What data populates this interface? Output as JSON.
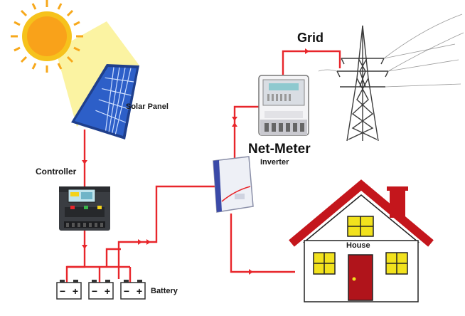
{
  "labels": {
    "solar_panel": "Solar Panel",
    "controller": "Controller",
    "battery": "Battery",
    "inverter": "Inverter",
    "net_meter": "Net-Meter",
    "grid": "Grid",
    "house": "House"
  },
  "battery_terminals": {
    "negative": "−",
    "positive": "+"
  },
  "colors": {
    "wire": "#e8262b",
    "sun": "#f7a81b",
    "sun_core": "#f6c21c",
    "sunlight_beam": "#fbf3a2",
    "panel_cell": "#2d5fc8",
    "roof": "#c4161c",
    "house_wall": "#ffffff",
    "window": "#f2e21d",
    "door": "#b0141b"
  }
}
